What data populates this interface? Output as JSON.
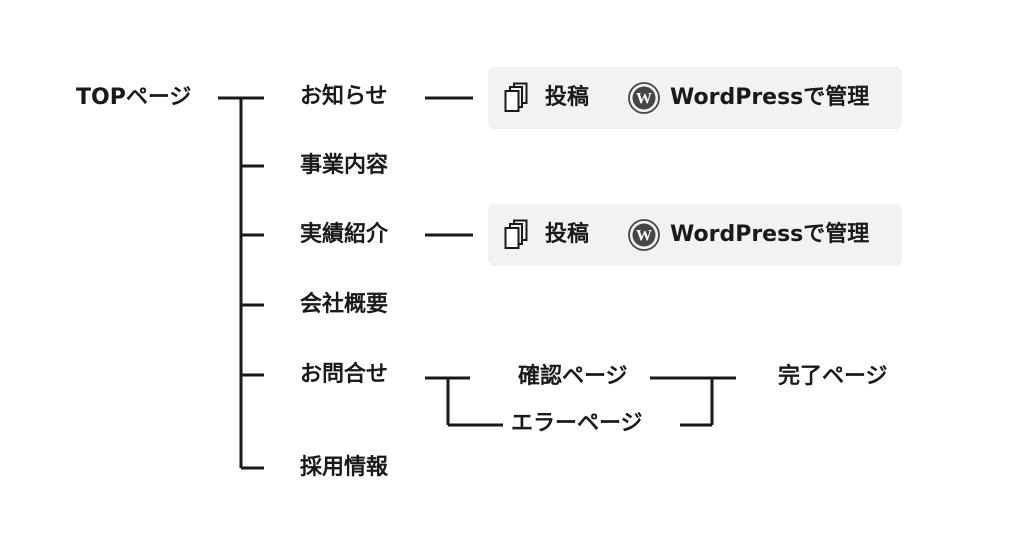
{
  "root": {
    "label": "TOPページ"
  },
  "pages": [
    {
      "label": "お知らせ"
    },
    {
      "label": "事業内容"
    },
    {
      "label": "実績紹介"
    },
    {
      "label": "会社概要"
    },
    {
      "label": "お問合せ"
    },
    {
      "label": "採用情報"
    }
  ],
  "contact_flow": {
    "confirm": "確認ページ",
    "error": "エラーページ",
    "complete": "完了ページ"
  },
  "wp_boxes": [
    {
      "post_label": "投稿",
      "cms_label": "WordPressで管理"
    },
    {
      "post_label": "投稿",
      "cms_label": "WordPressで管理"
    }
  ],
  "colors": {
    "line": "#1a1a1a",
    "box_bg": "#f2f2f2",
    "wordpress_icon": "#464646"
  },
  "icons": [
    "post-icon",
    "wordpress-icon"
  ]
}
